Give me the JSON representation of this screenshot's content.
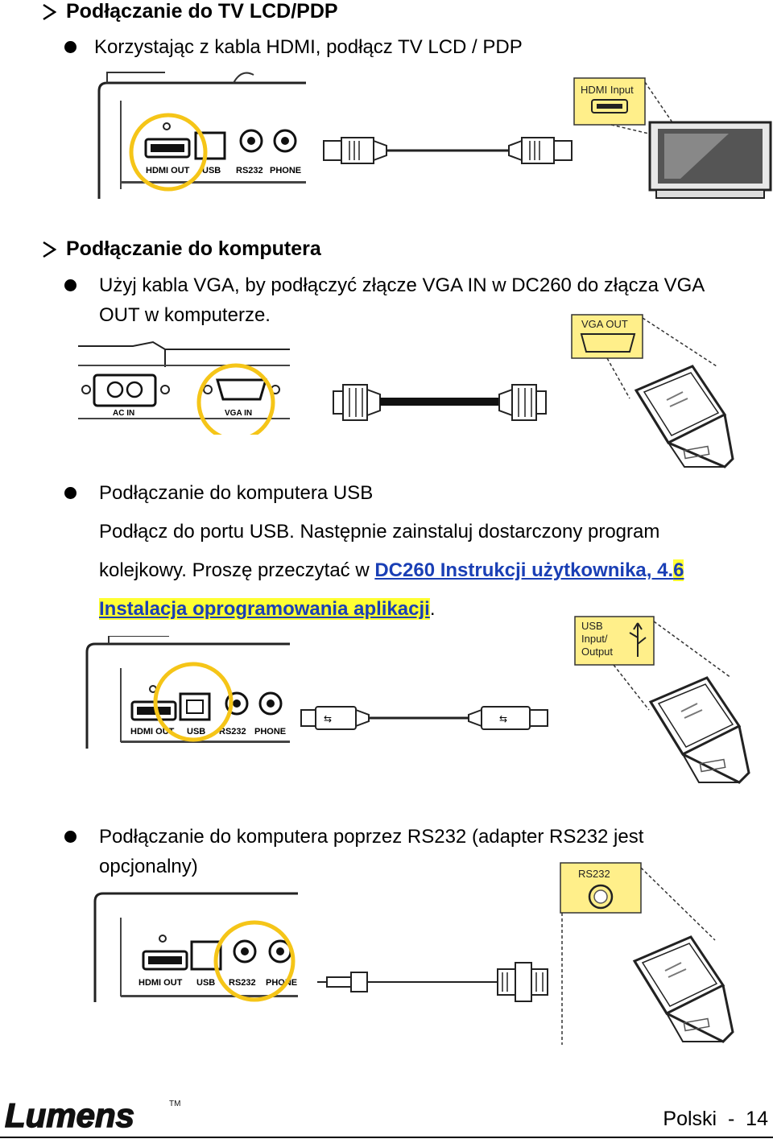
{
  "section_tv": {
    "heading": "Podłączanie do TV LCD/PDP",
    "bullet": "Korzystając z kabla HDMI, podłącz TV LCD / PDP",
    "tv_label": "HDMI Input",
    "port_labels": [
      "HDMI OUT",
      "USB",
      "RS232",
      "PHONE"
    ]
  },
  "section_pc": {
    "heading": "Podłączanie do komputera",
    "bullet_line1": "Użyj kabla VGA, by podłączyć złącze VGA IN w DC260 do złącza VGA",
    "bullet_line2": "OUT w komputerze.",
    "laptop_label": "VGA OUT",
    "port_labels": [
      "AC IN",
      "VGA IN"
    ]
  },
  "section_usb": {
    "bullet": "Podłączanie do komputera USB",
    "para_line1": "Podłącz do portu USB. Następnie zainstaluj dostarczony program",
    "para_line2_prefix": "kolejkowy. Proszę przeczytać w ",
    "link_part1": "DC260 Instrukcji użytkownika, 4.",
    "link_part2": "6",
    "link_line2": "Instalacja oprogramowania aplikacji",
    "para_end": ".",
    "laptop_label_line1": "USB",
    "laptop_label_line2": "Input/",
    "laptop_label_line3": "Output",
    "port_labels": [
      "HDMI OUT",
      "USB",
      "RS232",
      "PHONE"
    ]
  },
  "section_rs232": {
    "bullet_line1": "Podłączanie do komputera poprzez RS232 (adapter RS232 jest",
    "bullet_line2": "opcjonalny)",
    "laptop_label": "RS232",
    "port_labels": [
      "HDMI OUT",
      "USB",
      "RS232",
      "PHONE"
    ]
  },
  "footer": {
    "logo": "Lumens",
    "logo_tm": "TM",
    "page_label": "Polski  -  14"
  },
  "colors": {
    "highlight_circle": "#f5c518",
    "label_box": "#ffef8a",
    "link": "#1a3fb5"
  }
}
